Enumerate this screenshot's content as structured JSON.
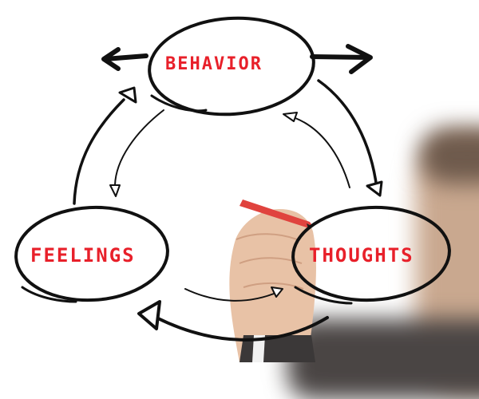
{
  "diagram": {
    "type": "cycle",
    "nodes": [
      {
        "id": "behavior",
        "label": "BEHAVIOR"
      },
      {
        "id": "feelings",
        "label": "FEELINGS"
      },
      {
        "id": "thoughts",
        "label": "THOUGHTS"
      }
    ],
    "edges": [
      {
        "from": "behavior",
        "to": "thoughts"
      },
      {
        "from": "thoughts",
        "to": "behavior"
      },
      {
        "from": "thoughts",
        "to": "feelings"
      },
      {
        "from": "feelings",
        "to": "thoughts"
      },
      {
        "from": "feelings",
        "to": "behavior"
      },
      {
        "from": "behavior",
        "to": "feelings"
      }
    ],
    "colors": {
      "label": "#e8202a",
      "ink": "#111111",
      "background": "#ffffff"
    }
  },
  "scene": {
    "hand_holding": "red-marker",
    "background_person": "blurred"
  }
}
